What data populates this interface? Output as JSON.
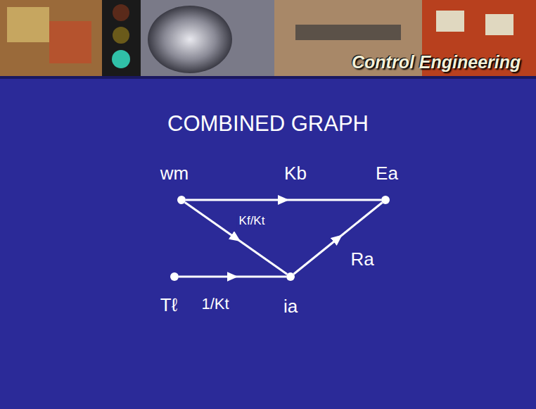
{
  "diagram": {
    "title": "COMBINED GRAPH",
    "nodes": [
      {
        "text": [
          "wm"
        ]
      },
      {
        "text": [
          "Ea"
        ]
      },
      {
        "text": [
          "Tℓ"
        ]
      },
      {
        "text": [
          "ia"
        ]
      }
    ],
    "edges": [
      {
        "from": 0,
        "to": 1,
        "label": "Kb",
        "arrow": "to"
      },
      {
        "from": 0,
        "to": 3,
        "label": "Kf/Kt",
        "arrow": "to"
      },
      {
        "from": 2,
        "to": 3,
        "label": "1/Kt",
        "arrow": "to"
      },
      {
        "from": 3,
        "to": 1,
        "label": "Ra",
        "arrow": "to"
      }
    ],
    "labels": [
      "Control Engineering"
    ]
  }
}
